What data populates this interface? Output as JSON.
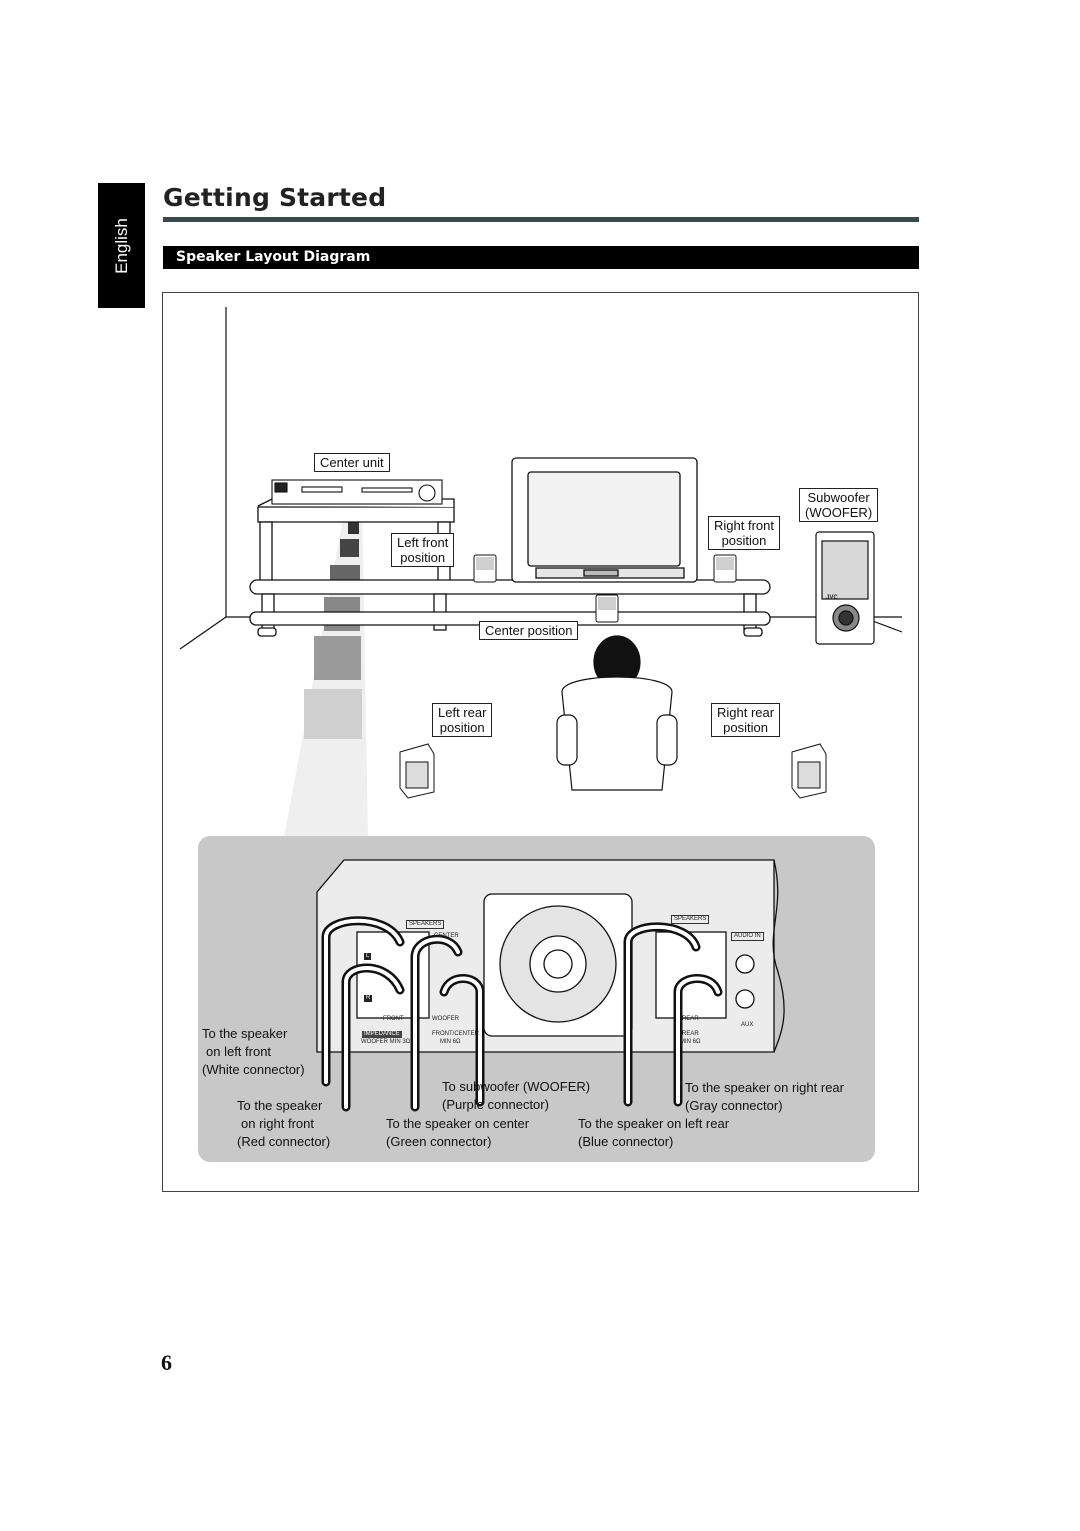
{
  "side_tab": {
    "label": "English"
  },
  "header": {
    "title": "Getting Started"
  },
  "section": {
    "title": "Speaker Layout Diagram"
  },
  "diagram": {
    "labels": {
      "center_unit": "Center unit",
      "left_front_line1": "Left front",
      "left_front_line2": "position",
      "right_front_line1": "Right front",
      "right_front_line2": "position",
      "subwoofer_line1": "Subwoofer",
      "subwoofer_line2": "(WOOFER)",
      "center_position": "Center position",
      "left_rear_line1": "Left rear",
      "left_rear_line2": "position",
      "right_rear_line1": "Right rear",
      "right_rear_line2": "position"
    },
    "panel": {
      "speakers_label_1": "SPEAKERS",
      "speakers_label_2": "SPEAKERS",
      "center": "CENTER",
      "front": "FRONT",
      "woofer": "WOOFER",
      "rear": "REAR",
      "impedance": "IMPEDANCE",
      "woofer_min": "WOOFER MIN 3Ω",
      "front_center": "FRONT/CENTER",
      "front_center_min": "MIN 6Ω",
      "rear_label": "REAR",
      "rear_min": "MIN 6Ω",
      "audio_in": "AUDIO IN",
      "aux": "AUX",
      "l": "L",
      "r": "R",
      "brand": "JVC"
    },
    "connections": {
      "left_front_1": "To the speaker",
      "left_front_2": "on left front",
      "left_front_3": "(White connector)",
      "right_front_1": "To the speaker",
      "right_front_2": "on right front",
      "right_front_3": "(Red connector)",
      "woofer_1": "To subwoofer (WOOFER)",
      "woofer_2": "(Purple connector)",
      "center_1": "To the speaker on center",
      "center_2": "(Green connector)",
      "right_rear_1": "To the speaker on right rear",
      "right_rear_2": "(Gray connector)",
      "left_rear_1": "To the speaker on left rear",
      "left_rear_2": "(Blue connector)"
    }
  },
  "footer": {
    "page_number": "6"
  }
}
